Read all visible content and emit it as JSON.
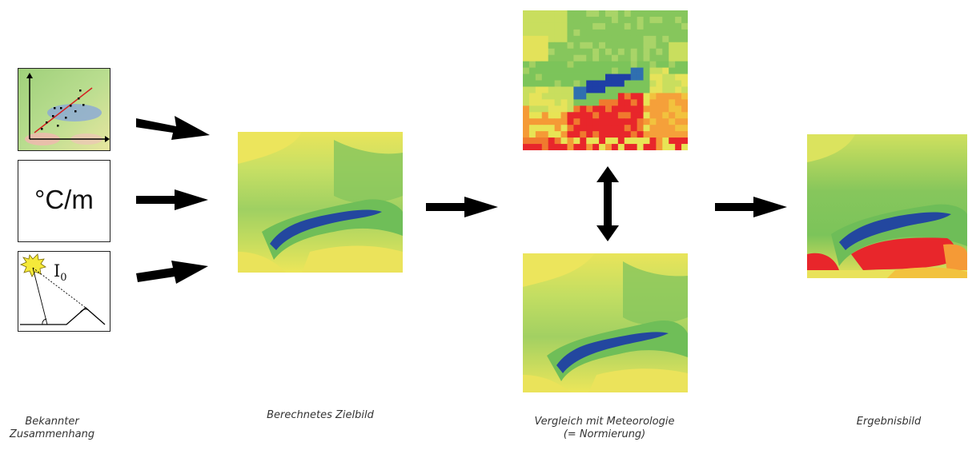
{
  "inputs": {
    "gradient_unit": "°C/m",
    "irradiance_symbol": "I",
    "irradiance_subscript": "0"
  },
  "captions": {
    "known_relation": "Bekannter\nZusammenhang",
    "computed_target": "Berechnetes Zielbild",
    "meteo_compare": "Vergleich mit Meteorologie\n(= Normierung)",
    "result": "Ergebnisbild"
  },
  "colors": {
    "background": "#ffffff",
    "arrow": "#000000",
    "map_yellow": "#e8e455",
    "map_green": "#7cc65a",
    "map_blue": "#1e3fa6",
    "map_red": "#e8262b",
    "map_orange": "#f59a36"
  },
  "icons": {
    "regression": "scatter-regression-icon",
    "sun": "sun-icon",
    "arrows": "arrow-right-icon"
  }
}
